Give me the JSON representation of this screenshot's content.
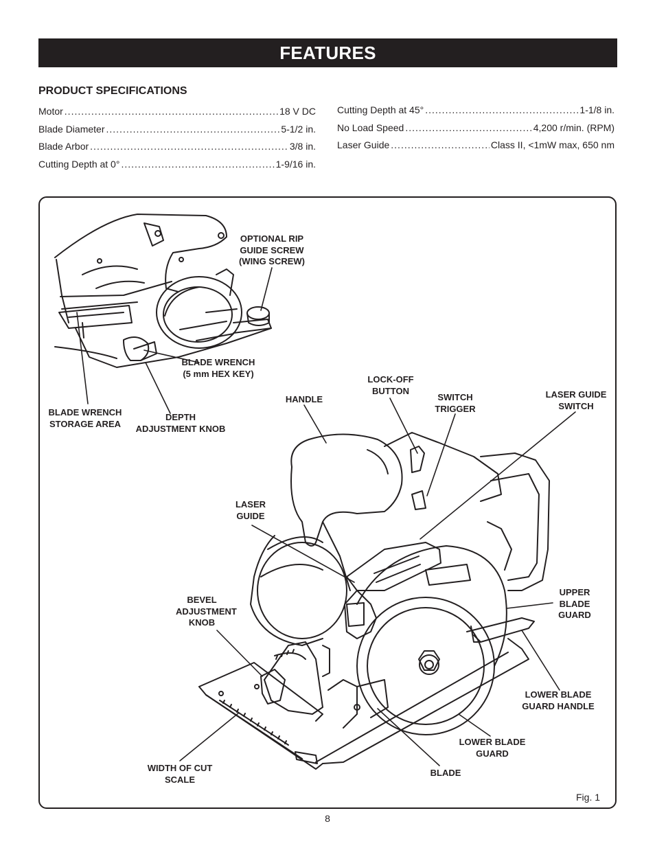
{
  "header": {
    "title": "FEATURES"
  },
  "specs": {
    "heading": "PRODUCT SPECIFICATIONS",
    "left": [
      {
        "label": "Motor",
        "value": "18 V DC"
      },
      {
        "label": "Blade Diameter",
        "value": "5-1/2 in."
      },
      {
        "label": "Blade Arbor",
        "value": "3/8 in."
      },
      {
        "label": "Cutting Depth at 0°",
        "value": "1-9/16 in."
      }
    ],
    "right": [
      {
        "label": "Cutting Depth at 45°",
        "value": "1-1/8 in."
      },
      {
        "label": "No Load Speed",
        "value": "4,200 r/min. (RPM)"
      },
      {
        "label": "Laser Guide",
        "value": "Class II, <1mW max, 650 nm"
      }
    ]
  },
  "figure": {
    "callouts": {
      "rip_guide_screw": "OPTIONAL RIP\nGUIDE SCREW\n(WING SCREW)",
      "blade_wrench": "BLADE WRENCH\n(5 mm HEX KEY)",
      "blade_wrench_storage": "BLADE WRENCH\nSTORAGE AREA",
      "depth_knob": "DEPTH\nADJUSTMENT KNOB",
      "handle": "HANDLE",
      "lock_off": "LOCK-OFF\nBUTTON",
      "switch_trigger": "SWITCH\nTRIGGER",
      "laser_switch": "LASER GUIDE\nSWITCH",
      "laser_guide": "LASER\nGUIDE",
      "bevel_knob": "BEVEL\nADJUSTMENT\nKNOB",
      "upper_guard": "UPPER\nBLADE\nGUARD",
      "lower_guard_handle": "LOWER BLADE\nGUARD HANDLE",
      "lower_guard": "LOWER BLADE\nGUARD",
      "blade": "BLADE",
      "width_scale": "WIDTH OF CUT\nSCALE"
    },
    "caption": "Fig. 1"
  },
  "page_number": "8"
}
